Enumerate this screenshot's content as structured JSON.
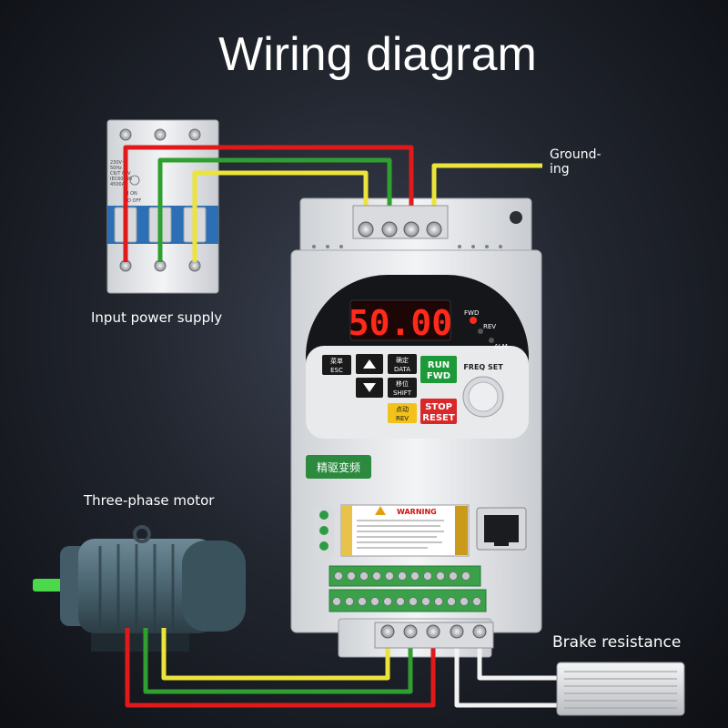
{
  "title": "Wiring diagram",
  "labels": {
    "grounding": "Ground-\ning",
    "input_power": "Input power supply",
    "motor": "Three-phase motor",
    "brake": "Brake resistance"
  },
  "breaker": {
    "spec_left": "230V~\n50Hz\nC6/T 6kV\nIEC60898\n4500A",
    "on": "I ON",
    "off": "O OFF"
  },
  "inverter": {
    "display": "50.00",
    "indicators": [
      "FWD",
      "REV",
      "ALM"
    ],
    "freq_set": "FREQ SET",
    "brand": "精驱变频",
    "keys": {
      "menu_cn": "菜单",
      "menu_en": "ESC",
      "confirm_cn": "确定",
      "confirm_en": "DATA",
      "shift_cn": "移位",
      "shift_en": "SHIFT",
      "jog_cn": "点动",
      "jog_en": "REV",
      "run_1": "RUN",
      "run_2": "FWD",
      "stop_1": "STOP",
      "stop_2": "RESET"
    },
    "warning": "WARNING"
  },
  "colors": {
    "red": "#e01a1a",
    "green": "#2fa02f",
    "yellow": "#ece43a",
    "white_wire": "#f2f2f2",
    "display_red": "#ff2a1a",
    "run_green": "#1c9a3a",
    "stop_red": "#d8282a",
    "jog_yellow": "#f2c21a"
  }
}
